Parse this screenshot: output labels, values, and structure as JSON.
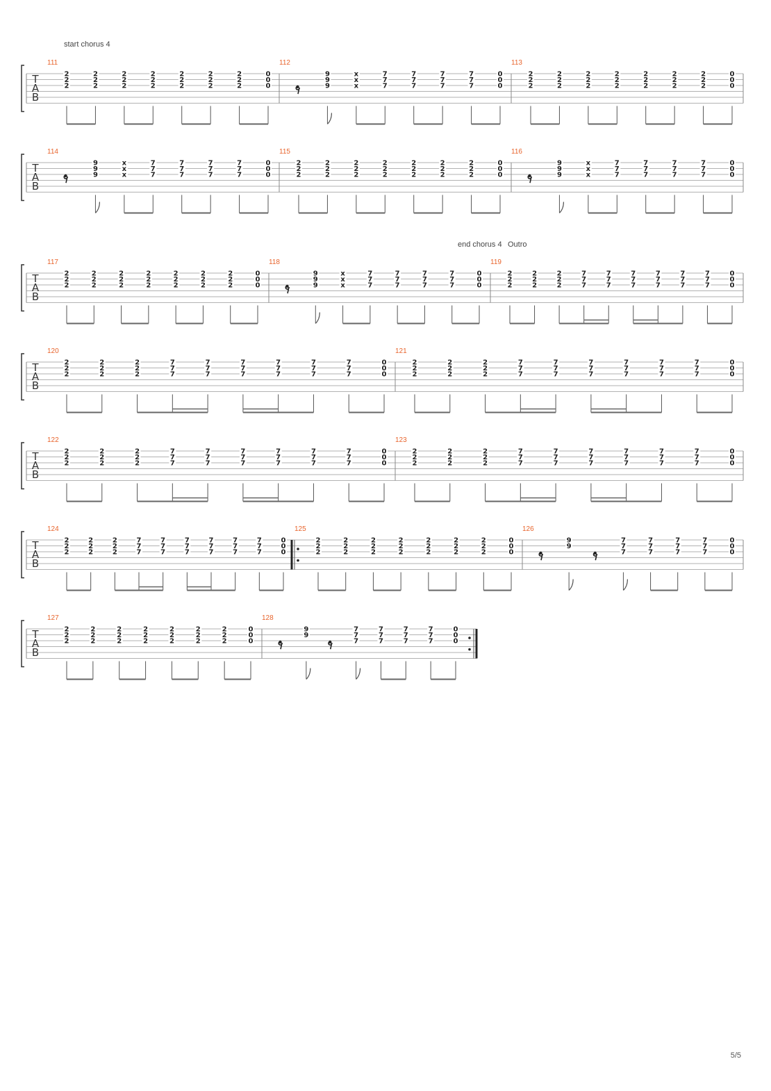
{
  "page_number": "5/5",
  "tab_letters": [
    "T",
    "A",
    "B"
  ],
  "sections": [
    {
      "text": "start chorus 4",
      "measure": 111
    },
    {
      "text": "end chorus 4",
      "measure": 119
    },
    {
      "text": "Outro",
      "measure": 119
    }
  ],
  "measures": [
    {
      "number": "111",
      "pattern": "A",
      "beats": 8
    },
    {
      "number": "112",
      "pattern": "B"
    },
    {
      "number": "113",
      "pattern": "A",
      "beats": 8
    },
    {
      "number": "114",
      "pattern": "B"
    },
    {
      "number": "115",
      "pattern": "A",
      "beats": 8
    },
    {
      "number": "116",
      "pattern": "B"
    },
    {
      "number": "117",
      "pattern": "A",
      "beats": 8
    },
    {
      "number": "118",
      "pattern": "B"
    },
    {
      "number": "119",
      "pattern": "C"
    },
    {
      "number": "120",
      "pattern": "D"
    },
    {
      "number": "121",
      "pattern": "D"
    },
    {
      "number": "122",
      "pattern": "D"
    },
    {
      "number": "123",
      "pattern": "D"
    },
    {
      "number": "124",
      "pattern": "D"
    },
    {
      "number": "125",
      "pattern": "A",
      "beats": 8,
      "repeat_start": true
    },
    {
      "number": "126",
      "pattern": "E"
    },
    {
      "number": "127",
      "pattern": "A",
      "beats": 8
    },
    {
      "number": "128",
      "pattern": "E",
      "repeat_end": true
    }
  ]
}
